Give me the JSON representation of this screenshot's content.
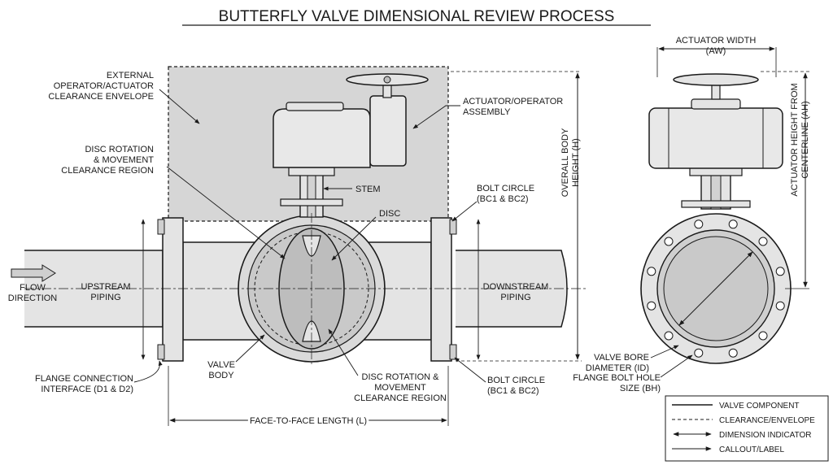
{
  "title": "BUTTERFLY VALVE DIMENSIONAL REVIEW PROCESS",
  "labels": {
    "envelope": [
      "EXTERNAL",
      "OPERATOR/ACTUATOR",
      "CLEARANCE ENVELOPE"
    ],
    "disc_rotation_top": [
      "DISC ROTATION",
      "& MOVEMENT",
      "CLEARANCE REGION"
    ],
    "actuator_assembly": [
      "ACTUATOR/OPERATOR",
      "ASSEMBLY"
    ],
    "stem": "STEM",
    "disc": "DISC",
    "bolt_circle_top": [
      "BOLT CIRCLE",
      "(BC1 & BC2)"
    ],
    "bolt_circle_bottom": [
      "BOLT CIRCLE",
      "(BC1 & BC2)"
    ],
    "flow": [
      "FLOW",
      "DIRECTION"
    ],
    "upstream": [
      "UPSTREAM",
      "PIPING"
    ],
    "downstream": [
      "DOWNSTREAM",
      "PIPING"
    ],
    "valve_body": [
      "VALVE",
      "BODY"
    ],
    "flange_connection": [
      "FLANGE CONNECTION",
      "INTERFACE (D1 & D2)"
    ],
    "disc_rotation_bottom": [
      "DISC ROTATION &",
      "MOVEMENT",
      "CLEARANCE REGION"
    ],
    "face_to_face": "FACE-TO-FACE LENGTH (L)",
    "overall_height": [
      "OVERALL BODY",
      "HEIGHT (H)"
    ],
    "actuator_width": [
      "ACTUATOR WIDTH",
      "(AW)"
    ],
    "actuator_height": [
      "ACTUATOR HEIGHT FROM",
      "CENTERLINE (AH)"
    ],
    "bore": [
      "VALVE BORE",
      "DIAMETER (ID)"
    ],
    "bolt_hole": [
      "FLANGE BOLT HOLE",
      "SIZE (BH)"
    ]
  },
  "legend": [
    {
      "label": "VALVE COMPONENT",
      "style": "solid"
    },
    {
      "label": "CLEARANCE/ENVELOPE",
      "style": "dashed"
    },
    {
      "label": "DIMENSION INDICATOR",
      "style": "dimension"
    },
    {
      "label": "CALLOUT/LABEL",
      "style": "arrow"
    }
  ],
  "colors": {
    "envelope_fill": "#d6d6d6",
    "metal_fill": "#e4e4e4",
    "disc_fill": "#c9c9c9",
    "line": "#1a1a1a"
  }
}
